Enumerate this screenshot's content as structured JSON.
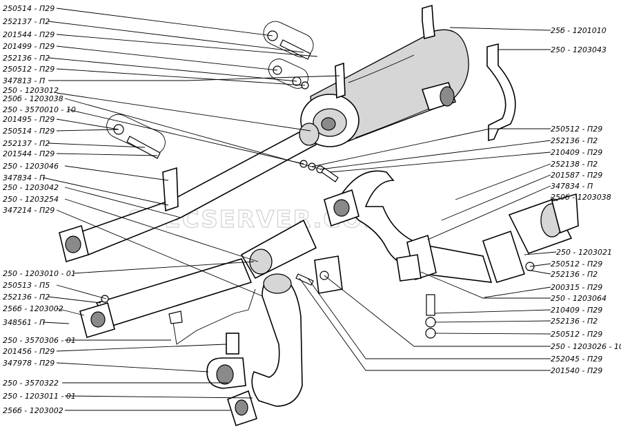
{
  "watermark": "SPECSERVER.COM",
  "labels_left": [
    "250514 - П29",
    "252137 - П2",
    "201544 - П29",
    "201499 - П29",
    "252136 - П2",
    "250512 - П29",
    "347813 - П",
    "250 - 1203012",
    "250б - 1203038",
    "250 - 3570010 - 10",
    "201495 - П29",
    "250514 - П29",
    "252137 - П2",
    "201544 - П29",
    "250 - 1203046",
    "347834 - П",
    "250 - 1203042",
    "250 - 1203254",
    "347214 - П29",
    "250 - 1203010 - 01",
    "250513 - П5",
    "252136 - П2",
    "256б - 1203002",
    "348561 - П",
    "250 - 3570306 - 01",
    "201456 - П29",
    "347978 - П29",
    "250 - 3570322",
    "250 - 1203011 - 01",
    "256б - 1203002"
  ],
  "labels_right": [
    "25б - 1201010",
    "250 - 1203043",
    "250512 - П29",
    "252136 - П2",
    "210409 - П29",
    "252138 - П2",
    "201587 - П29",
    "347834 - П",
    "250б - 1203038",
    "250 - 1203021",
    "250512 - П29",
    "252136 - П2",
    "200315 - П29",
    "250 - 1203064",
    "210409 - П29",
    "252136 - П2",
    "250512 - П29",
    "250 - 1203026 - 10",
    "252045 - П29",
    "201540 - П29"
  ]
}
